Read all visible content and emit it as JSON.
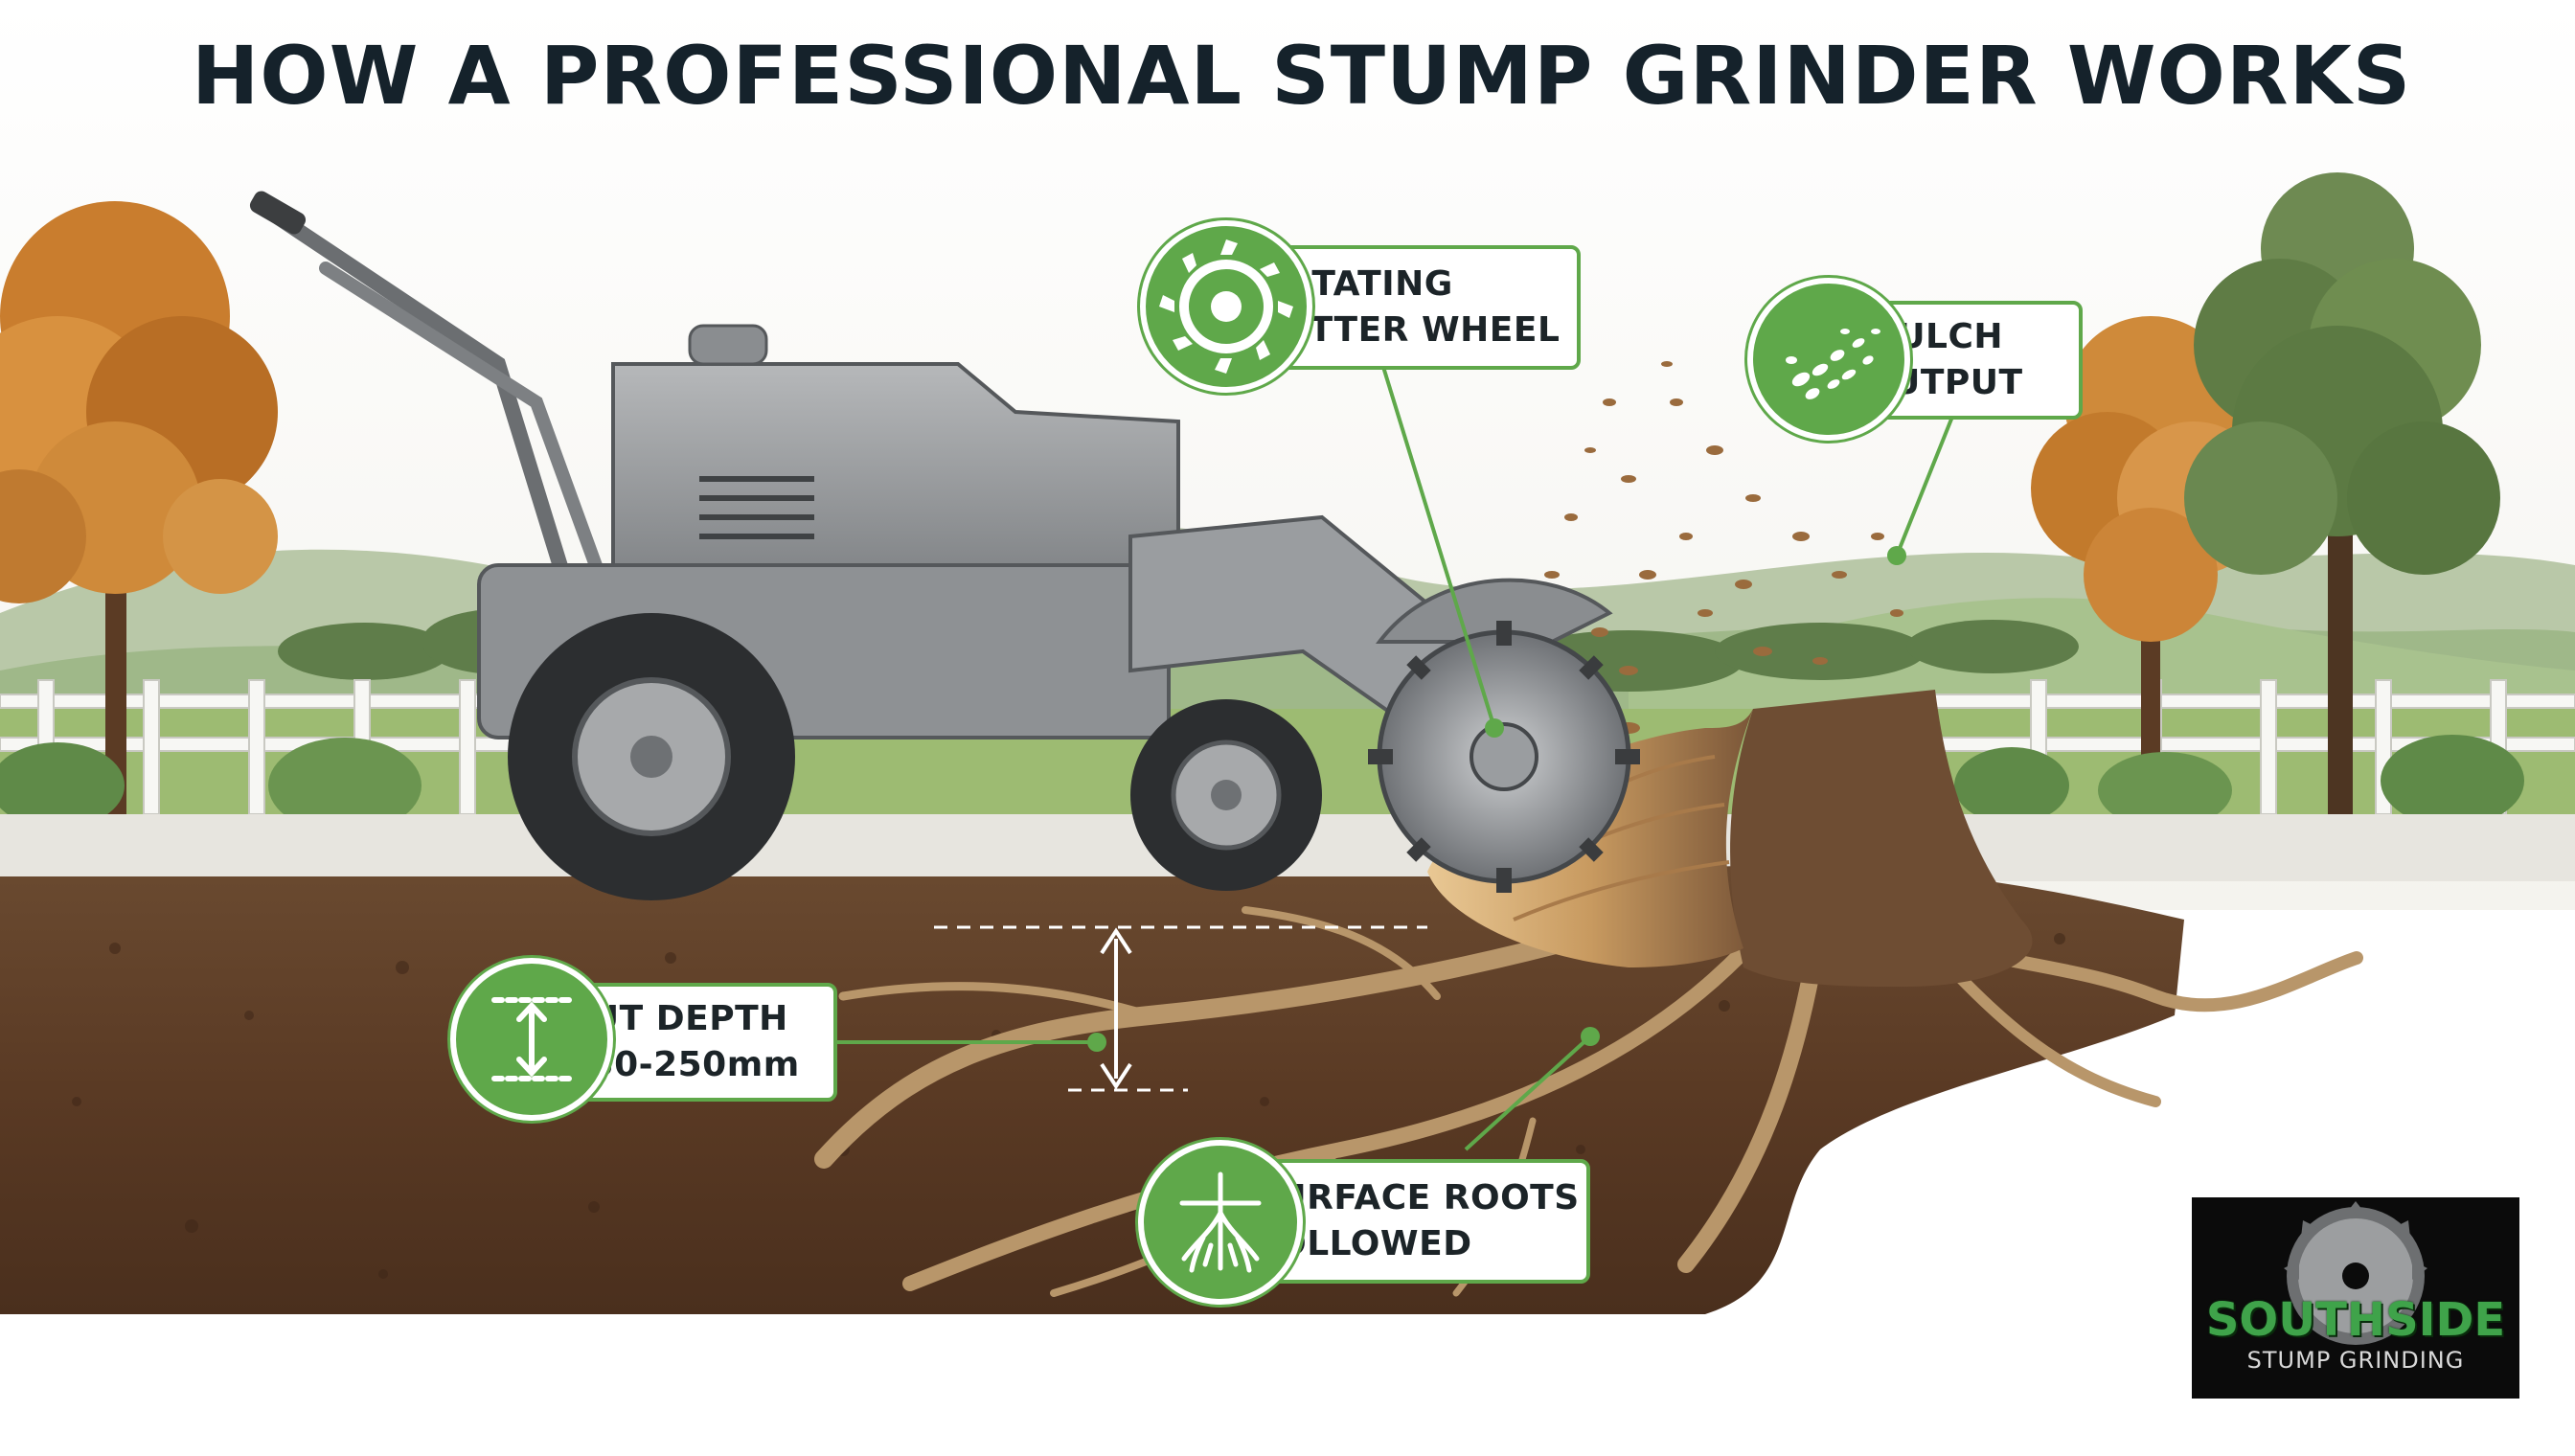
{
  "title": "HOW A PROFESSIONAL STUMP GRINDER WORKS",
  "callouts": {
    "cutter_wheel": {
      "line1": "ROTATING",
      "line2": "CUTTER WHEEL",
      "icon": "saw-blade-icon"
    },
    "mulch_output": {
      "line1": "MULCH",
      "line2": "OUTPUT",
      "icon": "wood-chips-icon"
    },
    "cut_depth": {
      "line1": "CUT DEPTH",
      "line2": "150-250mm",
      "icon": "vertical-measure-icon"
    },
    "surface_roots": {
      "line1": "SURFACE ROOTS",
      "line2": "FOLLOWED",
      "icon": "roots-icon"
    }
  },
  "logo": {
    "brand": "SOUTHSIDE",
    "sub": "STUMP GRINDING"
  },
  "colors": {
    "accent_green": "#5fa84a",
    "title_dark": "#15222b",
    "soil": "#5a3a24",
    "autumn_foliage": "#cf8a3a",
    "machine_grey": "#8a8d90"
  }
}
